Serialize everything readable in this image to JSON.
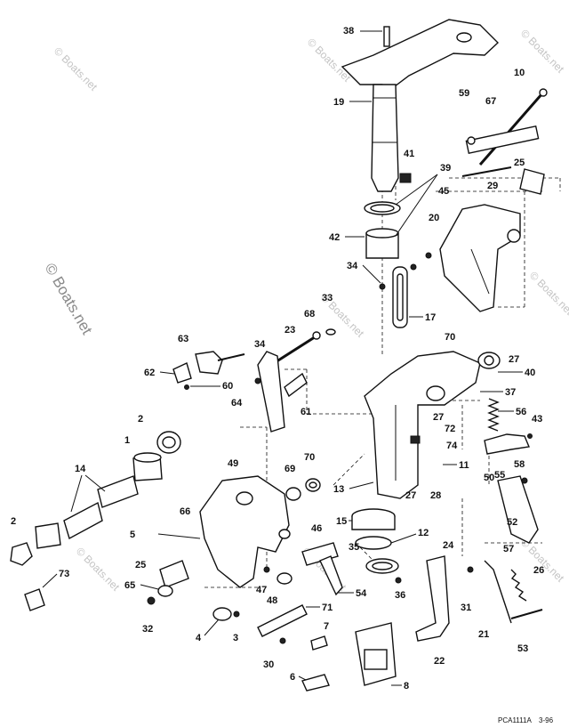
{
  "diagram": {
    "watermark": "© Boats.net",
    "footer": {
      "code": "PCA1111A",
      "date": "3-96"
    },
    "callouts": [
      "38",
      "10",
      "19",
      "59",
      "67",
      "41",
      "39",
      "25",
      "29",
      "45",
      "20",
      "42",
      "34",
      "17",
      "68",
      "33",
      "63",
      "23",
      "34",
      "70",
      "27",
      "40",
      "37",
      "62",
      "60",
      "64",
      "61",
      "27",
      "72",
      "56",
      "43",
      "2",
      "74",
      "11",
      "1",
      "49",
      "69",
      "70",
      "14",
      "13",
      "27",
      "28",
      "50",
      "55",
      "58",
      "2",
      "66",
      "52",
      "5",
      "15",
      "12",
      "46",
      "24",
      "57",
      "25",
      "26",
      "65",
      "47",
      "48",
      "35",
      "36",
      "54",
      "73",
      "31",
      "32",
      "4",
      "3",
      "71",
      "7",
      "21",
      "53",
      "30",
      "22",
      "6",
      "8"
    ]
  }
}
